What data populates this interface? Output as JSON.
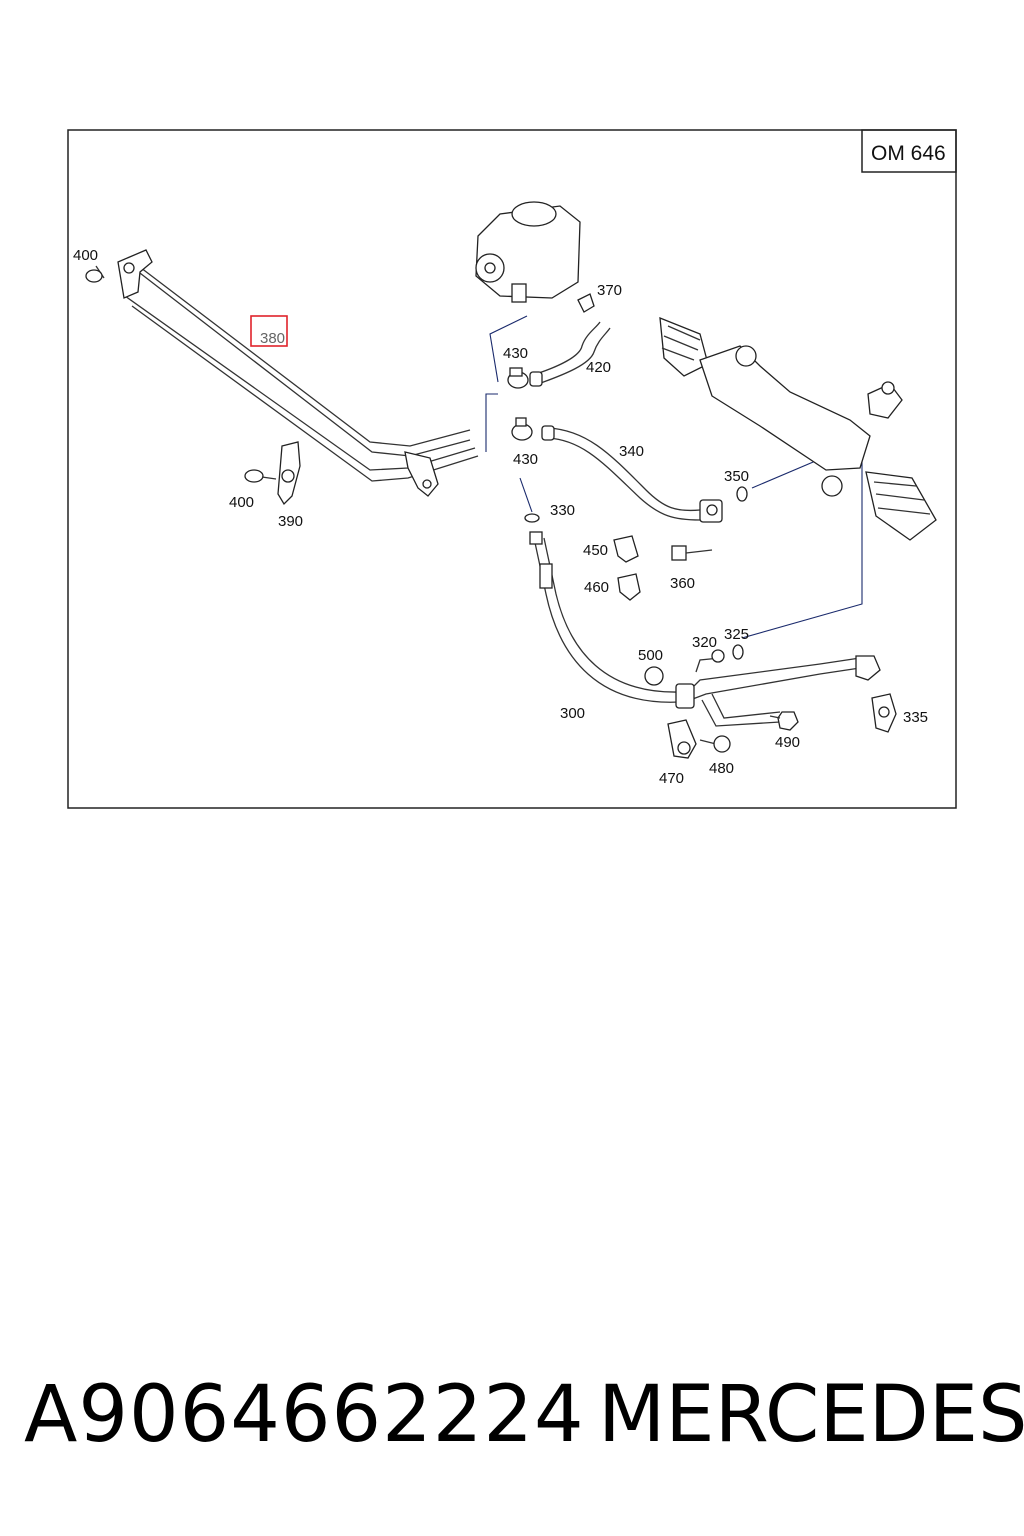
{
  "diagram": {
    "engine_badge": "OM 646",
    "highlighted_callout": "380",
    "callouts": {
      "c400a": "400",
      "c380": "380",
      "c400b": "400",
      "c390": "390",
      "c370": "370",
      "c430a": "430",
      "c420": "420",
      "c430b": "430",
      "c340": "340",
      "c350": "350",
      "c330": "330",
      "c450": "450",
      "c460": "460",
      "c360": "360",
      "c500": "500",
      "c320": "320",
      "c325": "325",
      "c300": "300",
      "c490": "490",
      "c335": "335",
      "c470": "470",
      "c480": "480"
    }
  },
  "footer": {
    "part_number": "A9064662224",
    "brand": "MERCEDES"
  }
}
